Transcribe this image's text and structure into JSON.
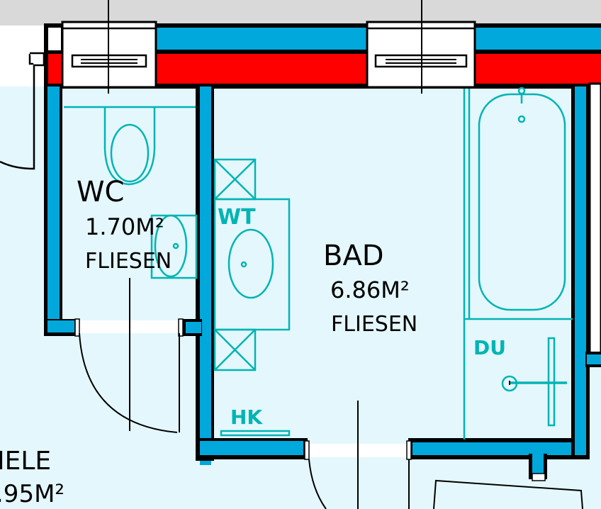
{
  "colors": {
    "floor": "#e4f7fc",
    "wall": "#00a8dc",
    "exterior_layer": "#ff0000",
    "fixture": "#00b4b4",
    "outside": "#d9d9d9"
  },
  "rooms": {
    "wc": {
      "name": "WC",
      "area": "1.70M²",
      "floor": "FLIESEN"
    },
    "bad": {
      "name": "BAD",
      "area": "6.86M²",
      "floor": "FLIESEN"
    },
    "diele": {
      "name": "IELE",
      "area": ".95M²"
    }
  },
  "fixtures": {
    "washbasin": "WT",
    "radiator": "HK",
    "shower": "DU"
  }
}
